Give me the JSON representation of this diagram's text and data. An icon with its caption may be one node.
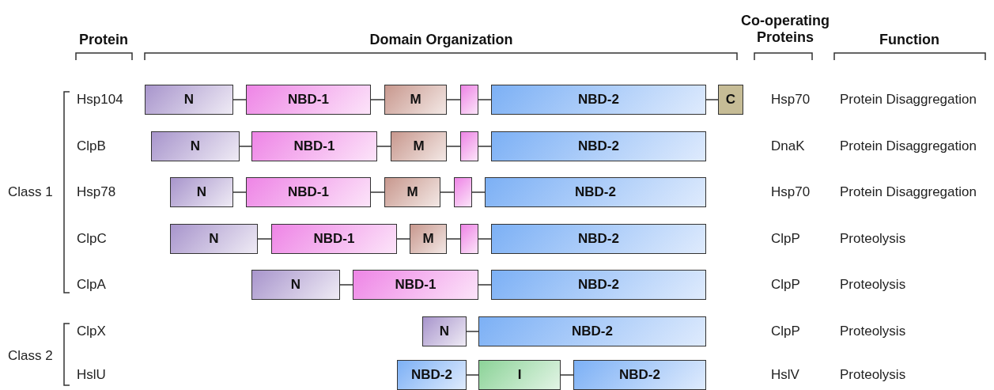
{
  "diagram": {
    "nodes": [
      {
        "text": [
          "N"
        ]
      },
      {
        "text": [
          "NBD-1"
        ]
      },
      {
        "text": [
          "M"
        ]
      },
      {
        "text": [],
        "shape": "box"
      },
      {
        "text": [
          "NBD-2"
        ]
      },
      {
        "text": [
          "C"
        ]
      },
      {
        "text": [
          "N"
        ]
      },
      {
        "text": [
          "NBD-1"
        ]
      },
      {
        "text": [
          "M"
        ]
      },
      {
        "text": [],
        "shape": "box"
      },
      {
        "text": [
          "NBD-2"
        ]
      },
      {
        "text": [
          "N"
        ]
      },
      {
        "text": [
          "NBD-1"
        ]
      },
      {
        "text": [
          "M"
        ]
      },
      {
        "text": [],
        "shape": "box"
      },
      {
        "text": [
          "NBD-2"
        ]
      },
      {
        "text": [
          "N"
        ]
      },
      {
        "text": [
          "NBD-1"
        ]
      },
      {
        "text": [
          "M"
        ]
      },
      {
        "text": [],
        "shape": "box"
      },
      {
        "text": [
          "NBD-2"
        ]
      },
      {
        "text": [
          "N"
        ]
      },
      {
        "text": [
          "NBD-1"
        ]
      },
      {
        "text": [
          "NBD-2"
        ]
      },
      {
        "text": [
          "N"
        ]
      },
      {
        "text": [
          "NBD-2"
        ]
      },
      {
        "text": [
          "NBD-2"
        ]
      },
      {
        "text": [
          "I"
        ]
      },
      {
        "text": [
          "NBD-2"
        ]
      }
    ],
    "edges": [
      {
        "from": 0,
        "to": 1,
        "arrow": "none"
      },
      {
        "from": 1,
        "to": 2,
        "arrow": "none"
      },
      {
        "from": 2,
        "to": 3,
        "arrow": "none"
      },
      {
        "from": 3,
        "to": 4,
        "arrow": "none"
      },
      {
        "from": 4,
        "to": 5,
        "arrow": "none"
      },
      {
        "from": 6,
        "to": 7,
        "arrow": "none"
      },
      {
        "from": 7,
        "to": 8,
        "arrow": "none"
      },
      {
        "from": 8,
        "to": 9,
        "arrow": "none"
      },
      {
        "from": 9,
        "to": 10,
        "arrow": "none"
      },
      {
        "from": 11,
        "to": 12,
        "arrow": "none"
      },
      {
        "from": 12,
        "to": 13,
        "arrow": "none"
      },
      {
        "from": 13,
        "to": 14,
        "arrow": "none"
      },
      {
        "from": 14,
        "to": 15,
        "arrow": "none"
      },
      {
        "from": 16,
        "to": 17,
        "arrow": "none"
      },
      {
        "from": 17,
        "to": 18,
        "arrow": "none"
      },
      {
        "from": 18,
        "to": 19,
        "arrow": "none"
      },
      {
        "from": 19,
        "to": 20,
        "arrow": "none"
      },
      {
        "from": 21,
        "to": 22,
        "arrow": "none"
      },
      {
        "from": 22,
        "to": 23,
        "arrow": "none"
      },
      {
        "from": 24,
        "to": 25,
        "arrow": "none"
      },
      {
        "from": 26,
        "to": 27,
        "arrow": "none"
      },
      {
        "from": 27,
        "to": 28,
        "arrow": "none"
      }
    ],
    "labels": [
      "Protein",
      "Domain Organization",
      "Co-operating Proteins",
      "Function",
      "Class 1",
      "Class 2",
      "Hsp104",
      "Hsp70",
      "Protein Disaggregation",
      "ClpB",
      "DnaK",
      "Protein Disaggregation",
      "Hsp78",
      "Hsp70",
      "Protein Disaggregation",
      "ClpC",
      "ClpP",
      "Proteolysis",
      "ClpA",
      "ClpP",
      "Proteolysis",
      "ClpX",
      "ClpP",
      "Proteolysis",
      "HslU",
      "HslV",
      "Proteolysis"
    ]
  }
}
